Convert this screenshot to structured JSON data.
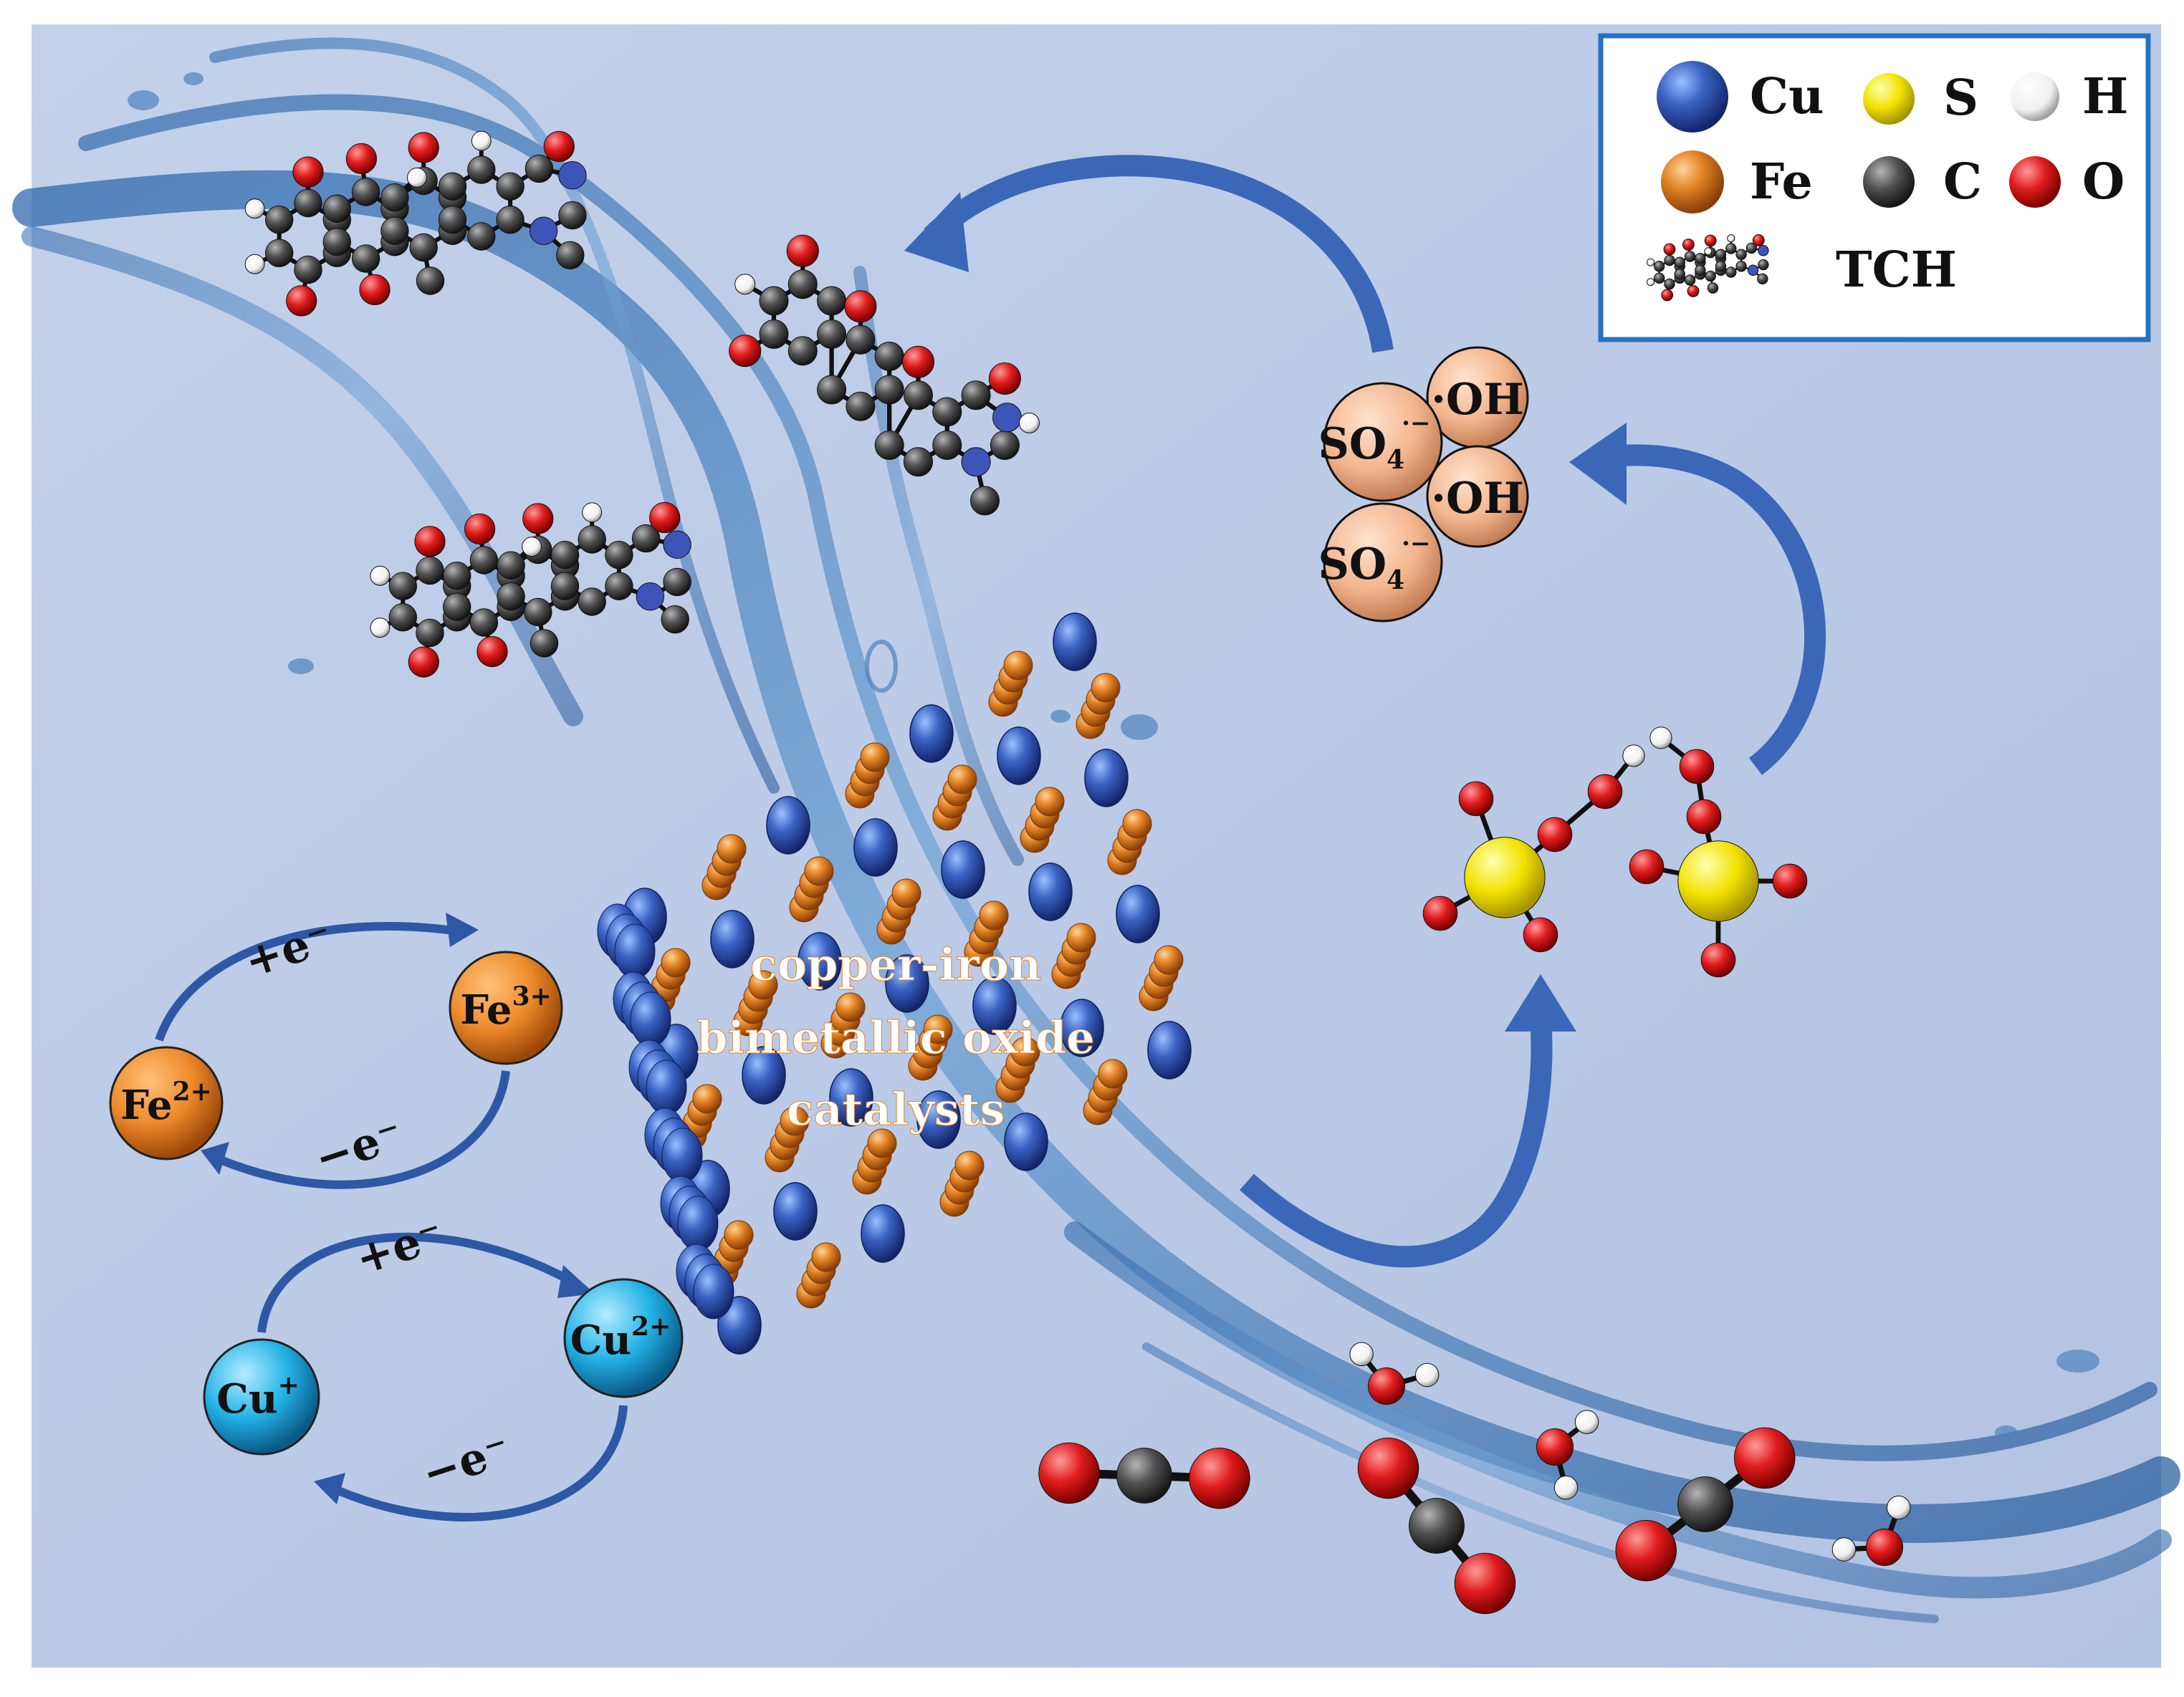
{
  "legend": {
    "cu": "Cu",
    "s": "S",
    "h": "H",
    "fe": "Fe",
    "c": "C",
    "o": "O",
    "tch": "TCH"
  },
  "radicals": {
    "so4": "SO",
    "so4_sub": "4",
    "so4_sup": "·−",
    "oh": "·OH"
  },
  "catalyst": {
    "line1": "copper-iron",
    "line2": "bimetallic oxide",
    "line3": "catalysts"
  },
  "redox": {
    "fe2": "Fe",
    "fe2_sup": "2+",
    "fe3": "Fe",
    "fe3_sup": "3+",
    "cu1": "Cu",
    "cu1_sup": "+",
    "cu2": "Cu",
    "cu2_sup": "2+",
    "gain": "+e⁻",
    "loss": "−e⁻"
  },
  "colors": {
    "background": "#bccbe6",
    "water": "#3f78b4",
    "arrow": "#3a67b8",
    "cu_atom": "#3a63c4",
    "fe_atom": "#e38426",
    "cu_ion": "#22b2e6",
    "radical": "#f2b48c",
    "sulfur": "#f2e200",
    "oxygen": "#e01c1c",
    "carbon": "#505050",
    "hydrogen": "#ffffff",
    "legend_border": "#2672c0"
  }
}
